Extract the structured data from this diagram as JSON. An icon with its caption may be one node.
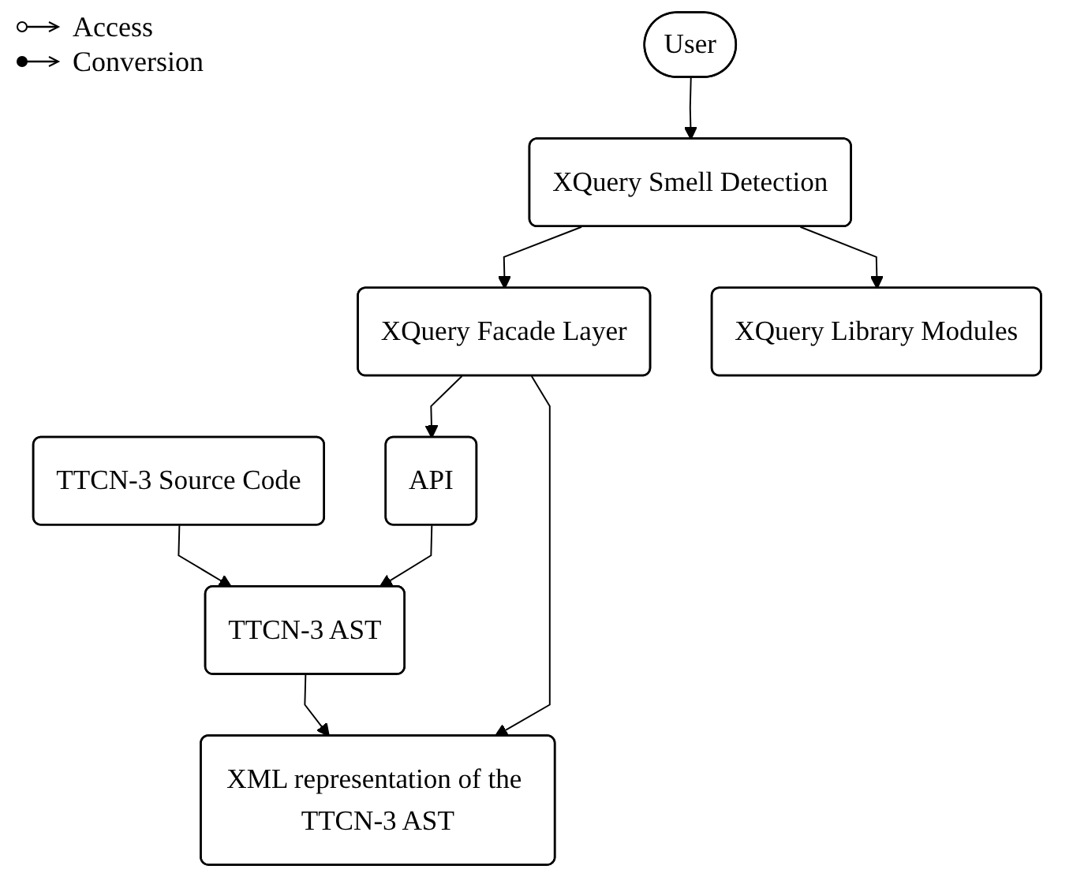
{
  "diagram": {
    "nodes": [
      {
        "text": [
          "TTCN-3 Source Code"
        ]
      },
      {
        "text": [
          "API"
        ]
      },
      {
        "text": [
          "TTCN-3 AST"
        ]
      },
      {
        "text": [
          "XML representation of the TTCN-3 AST"
        ]
      },
      {
        "text": [
          "XQuery Facade Layer"
        ]
      },
      {
        "text": [
          "User"
        ]
      },
      {
        "text": [
          "XQuery Smell Detection"
        ]
      },
      {
        "text": [
          "XQuery Library Modules"
        ]
      }
    ],
    "edges": [
      {
        "from": 0,
        "to": 2,
        "arrow": "to"
      },
      {
        "from": 1,
        "to": 2,
        "arrow": "to"
      },
      {
        "from": 2,
        "to": 3,
        "arrow": "to"
      },
      {
        "from": 4,
        "to": 3,
        "arrow": "to"
      },
      {
        "from": 4,
        "to": 1,
        "arrow": "to"
      },
      {
        "from": 6,
        "to": 4,
        "arrow": "to"
      },
      {
        "from": 5,
        "to": 6,
        "arrow": "to"
      },
      {
        "from": 6,
        "to": 7,
        "arrow": "to"
      }
    ],
    "legend": [
      {
        "text": "Access"
      },
      {
        "text": "Conversion"
      }
    ]
  }
}
